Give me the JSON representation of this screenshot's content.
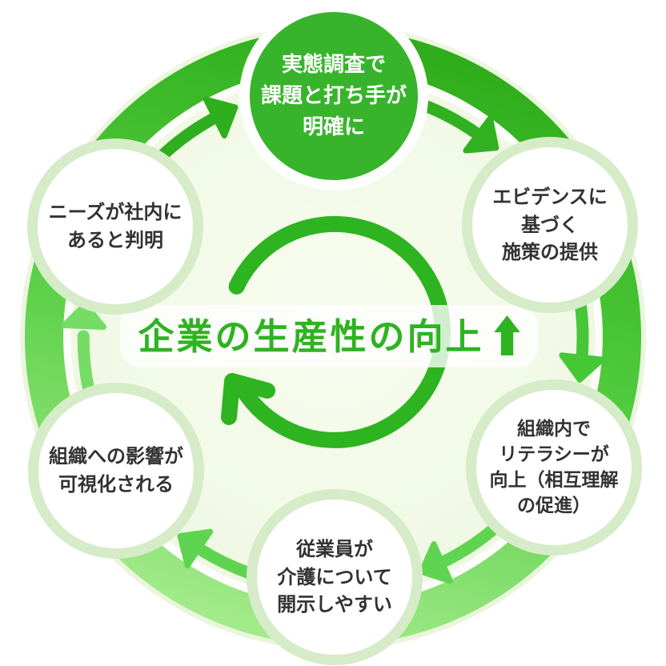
{
  "diagram_title": "企業の生産性の向上",
  "center": {
    "label": "企業の生産性の向上",
    "arrow_icon": "up-arrow"
  },
  "nodes": [
    {
      "position": "top",
      "label": "実態調査で\n課題と打ち手が\n明確に",
      "highlighted": true
    },
    {
      "position": "top-right",
      "label": "エビデンスに\n基づく\n施策の提供",
      "highlighted": false
    },
    {
      "position": "bottom-right",
      "label": "組織内で\nリテラシーが\n向上（相互理解\nの促進）",
      "highlighted": false
    },
    {
      "position": "bottom",
      "label": "従業員が\n介護について\n開示しやすい",
      "highlighted": false
    },
    {
      "position": "bottom-left",
      "label": "組織への影響が\n可視化される",
      "highlighted": false
    },
    {
      "position": "top-left",
      "label": "ニーズが社内に\nあると判明",
      "highlighted": false
    }
  ],
  "theme": {
    "green_primary": "#2EB321",
    "green_node": "#38B42C",
    "node_border": "#D6EBC8",
    "text_dark": "#323232",
    "band_bg": "rgba(255,255,255,0.78)",
    "ring_gradient_top": "#2FAD1B",
    "ring_gradient_mid": "#53CD40",
    "ring_gradient_bottom": "#A2EA8A",
    "bg_circle_inner": "#F8FCEF",
    "bg_circle_outer": "#E9F5DA",
    "flow_arrow_colors": [
      "#2FAE1E",
      "#31B120",
      "#45C736",
      "#5FD450",
      "#5FD450",
      "#75DC66"
    ]
  }
}
